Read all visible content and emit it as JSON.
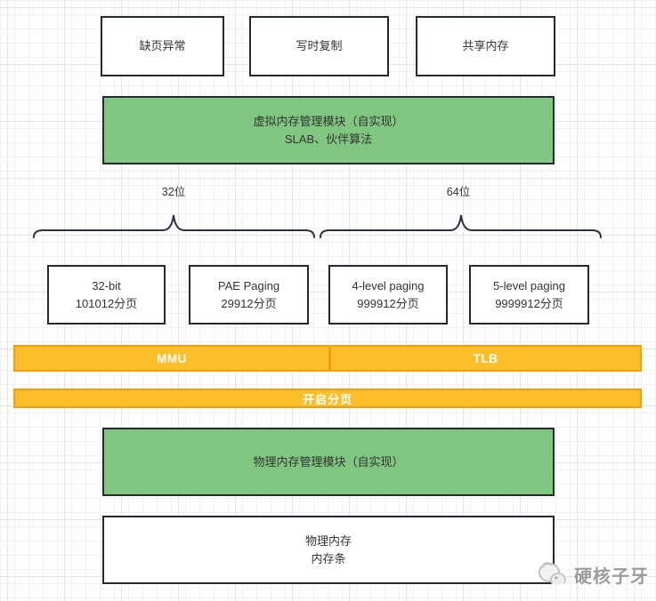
{
  "colors": {
    "green_fill": "#80c681",
    "box_border": "#232a31",
    "orange_fill": "#fbbf2b",
    "orange_border": "#f59d0c",
    "text_dark": "#333333",
    "bar_text": "#ffffff",
    "brace_stroke": "#2b3340"
  },
  "top_boxes": [
    {
      "label": "缺页异常"
    },
    {
      "label": "写时复制"
    },
    {
      "label": "共享内存"
    }
  ],
  "virtual_module": {
    "line1": "虚拟内存管理模块（自实现）",
    "line2": "SLAB、伙伴算法"
  },
  "arch_labels": {
    "left": "32位",
    "right": "64位"
  },
  "paging_boxes": [
    {
      "line1": "32-bit",
      "line2": "101012分页"
    },
    {
      "line1": "PAE Paging",
      "line2": "29912分页"
    },
    {
      "line1": "4-level paging",
      "line2": "999912分页"
    },
    {
      "line1": "5-level paging",
      "line2": "9999912分页"
    }
  ],
  "hw_bar": {
    "left": "MMU",
    "right": "TLB"
  },
  "paging_bar": {
    "label": "开启分页"
  },
  "physical_module": {
    "label": "物理内存管理模块（自实现）"
  },
  "physical_memory": {
    "line1": "物理内存",
    "line2": "内存条"
  },
  "watermark": {
    "icon": "mascot-icon",
    "label": "硬核子牙"
  }
}
